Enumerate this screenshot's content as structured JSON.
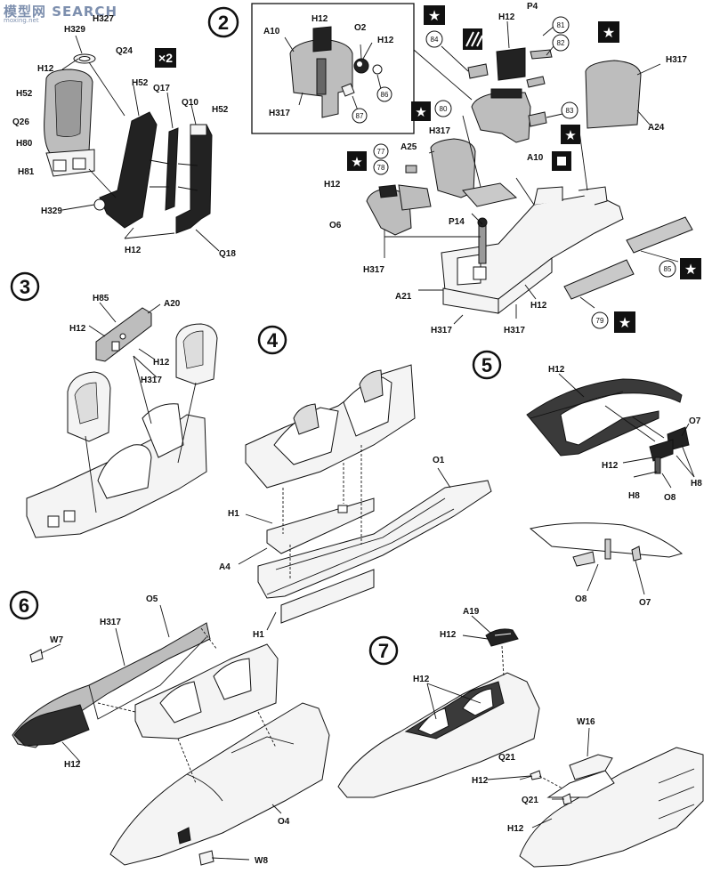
{
  "watermark": {
    "title": "模型网 SEARCH",
    "subtitle": "moxing.net"
  },
  "steps": [
    "2",
    "3",
    "4",
    "5",
    "6",
    "7"
  ],
  "badge_x2": "×2",
  "labels": {
    "s2_h329a": "H329",
    "s2_h327": "H327",
    "s2_q24": "Q24",
    "s2_h12a": "H12",
    "s2_h52a": "H52",
    "s2_q26": "Q26",
    "s2_h80": "H80",
    "s2_h81": "H81",
    "s2_h329b": "H329",
    "s2_h52b": "H52",
    "s2_q17": "Q17",
    "s2_q10": "Q10",
    "s2_h52c": "H52",
    "s2_h12b": "H12",
    "s2_q18": "Q18",
    "in_a10": "A10",
    "in_h12a": "H12",
    "in_o2": "O2",
    "in_h12b": "H12",
    "in_86": "86",
    "in_87": "87",
    "in_h317": "H317",
    "r_h12a": "H12",
    "r_p4": "P4",
    "r_81": "81",
    "r_82": "82",
    "r_84": "84",
    "r_h317a": "H317",
    "r_a24": "A24",
    "r_83": "83",
    "r_80": "80",
    "r_h317b": "H317",
    "r_a25": "A25",
    "r_a10": "A10",
    "r_77": "77",
    "r_78": "78",
    "r_h12b": "H12",
    "r_o6": "O6",
    "r_p14": "P14",
    "r_h317c": "H317",
    "r_85": "85",
    "r_h12c": "H12",
    "r_a21": "A21",
    "r_h317d": "H317",
    "r_h317e": "H317",
    "r_79": "79",
    "s3_h85": "H85",
    "s3_a20": "A20",
    "s3_h12a": "H12",
    "s3_h12b": "H12",
    "s3_h317": "H317",
    "s4_o1": "O1",
    "s4_h1a": "H1",
    "s4_a4": "A4",
    "s4_h1b": "H1",
    "s5_h12a": "H12",
    "s5_o7a": "O7",
    "s5_h12b": "H12",
    "s5_h8a": "H8",
    "s5_h8b": "H8",
    "s5_o8a": "O8",
    "s5_o8b": "O8",
    "s5_o7b": "O7",
    "s6_o5": "O5",
    "s6_h317": "H317",
    "s6_w7": "W7",
    "s6_h12": "H12",
    "s6_o4": "O4",
    "s6_w8": "W8",
    "s7_a19": "A19",
    "s7_h12a": "H12",
    "s7_h12b": "H12",
    "s7_w16": "W16",
    "s7_q21a": "Q21",
    "s7_h12c": "H12",
    "s7_q21b": "Q21",
    "s7_h12d": "H12"
  }
}
